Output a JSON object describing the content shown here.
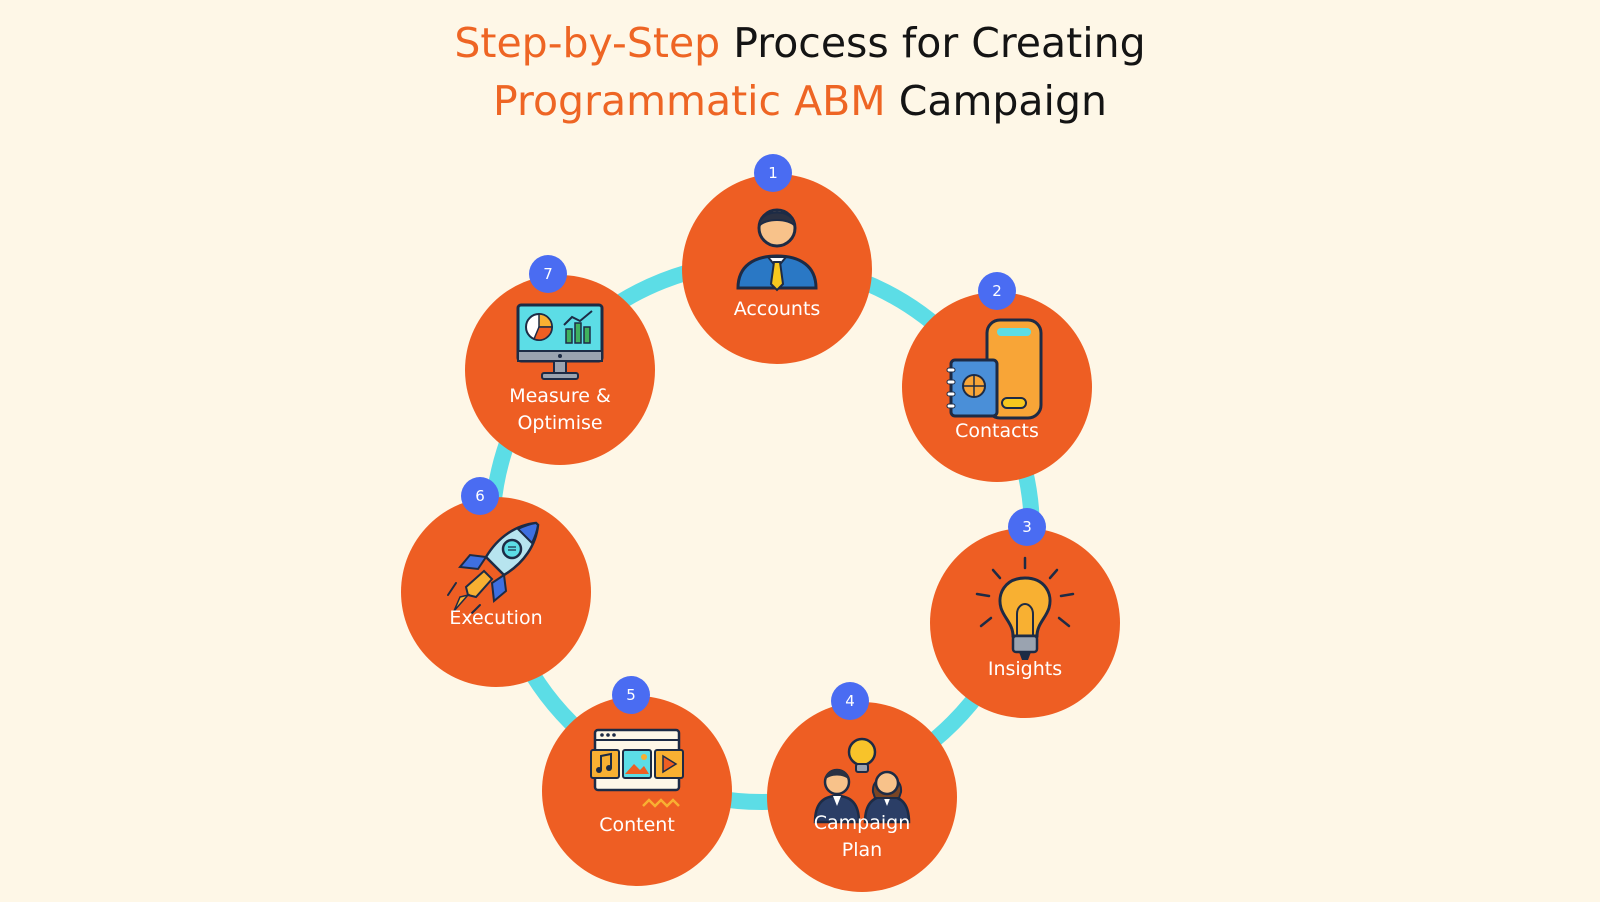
{
  "title": {
    "line1_accent": "Step-by-Step",
    "line1_rest": "Process for Creating",
    "line2_accent": "Programmatic ABM",
    "line2_rest": "Campaign"
  },
  "colors": {
    "background": "#fef7e7",
    "accent": "#ee6524",
    "circle": "#ee5e23",
    "ring": "#5cdde6",
    "badge": "#4a6cf2"
  },
  "steps": [
    {
      "number": "1",
      "label": "Accounts",
      "icon": "businessman-icon"
    },
    {
      "number": "2",
      "label": "Contacts",
      "icon": "phone-address-book-icon"
    },
    {
      "number": "3",
      "label": "Insights",
      "icon": "lightbulb-icon"
    },
    {
      "number": "4",
      "label": "Campaign\nPlan",
      "icon": "team-idea-icon"
    },
    {
      "number": "5",
      "label": "Content",
      "icon": "media-content-icon"
    },
    {
      "number": "6",
      "label": "Execution",
      "icon": "rocket-icon"
    },
    {
      "number": "7",
      "label": "Measure &\nOptimise",
      "icon": "analytics-monitor-icon"
    }
  ]
}
